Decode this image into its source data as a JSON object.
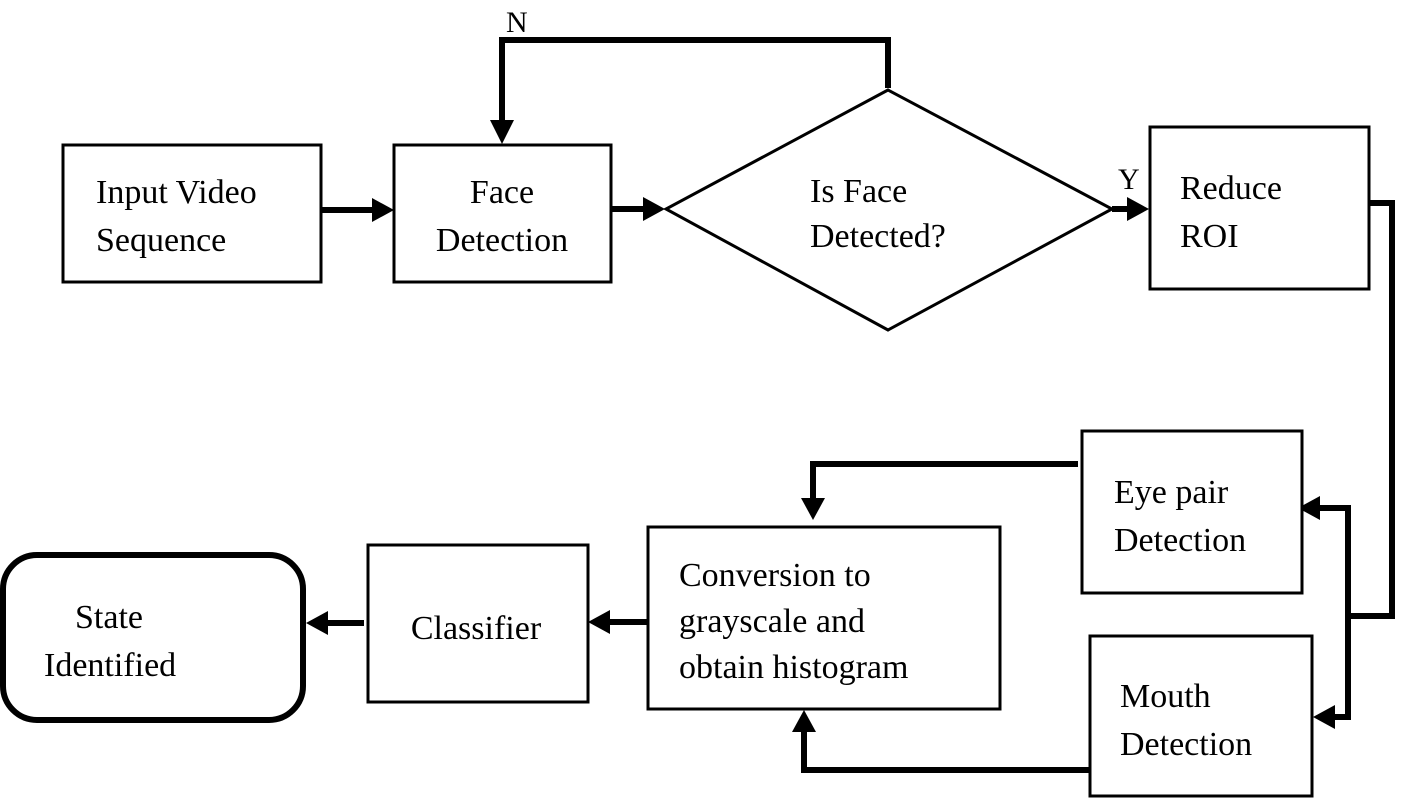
{
  "nodes": {
    "input": {
      "lines": [
        "Input Video",
        "Sequence"
      ]
    },
    "face": {
      "lines": [
        "Face",
        "Detection"
      ]
    },
    "decision": {
      "lines": [
        "Is Face",
        "Detected?"
      ]
    },
    "roi": {
      "lines": [
        "Reduce",
        "ROI"
      ]
    },
    "eye": {
      "lines": [
        "Eye pair",
        "Detection"
      ]
    },
    "mouth": {
      "lines": [
        "Mouth",
        "Detection"
      ]
    },
    "conversion": {
      "lines": [
        "Conversion to",
        "grayscale and",
        "obtain histogram"
      ]
    },
    "classifier": {
      "lines": [
        "Classifier"
      ]
    },
    "state": {
      "lines": [
        "State",
        "Identified"
      ]
    }
  },
  "edge_labels": {
    "no": "N",
    "yes": "Y"
  },
  "colors": {
    "stroke": "#000000",
    "fill": "#ffffff"
  }
}
